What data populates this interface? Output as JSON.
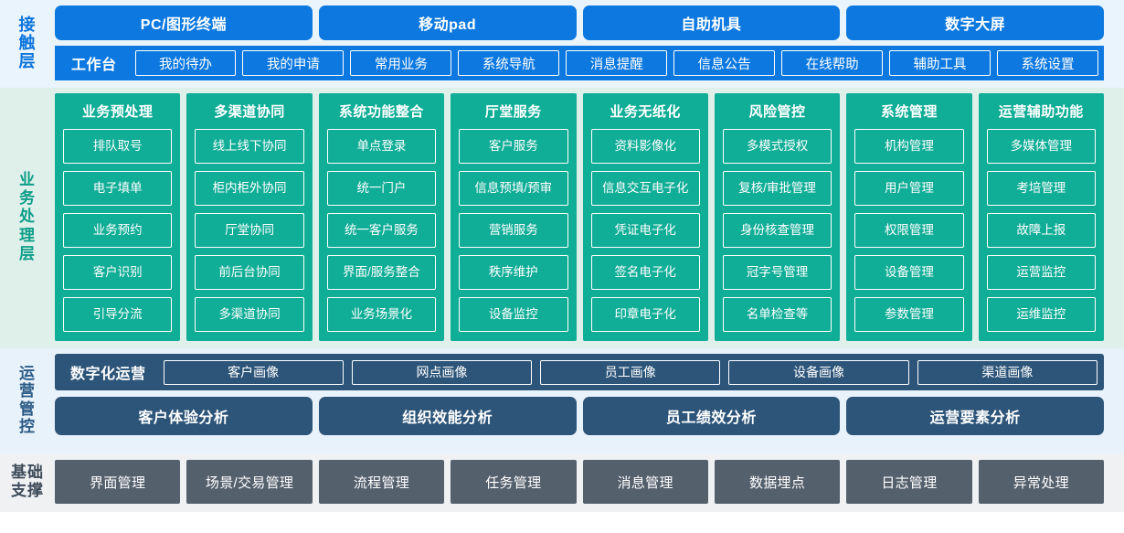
{
  "layers": {
    "contact": {
      "label": "接触层",
      "channels": [
        "PC/图形终端",
        "移动pad",
        "自助机具",
        "数字大屏"
      ],
      "workbench_title": "工作台",
      "workbench_items": [
        "我的待办",
        "我的申请",
        "常用业务",
        "系统导航",
        "消息提醒",
        "信息公告",
        "在线帮助",
        "辅助工具",
        "系统设置"
      ]
    },
    "business": {
      "label": "业务处理层",
      "columns": [
        {
          "title": "业务预处理",
          "items": [
            "排队取号",
            "电子填单",
            "业务预约",
            "客户识别",
            "引导分流"
          ]
        },
        {
          "title": "多渠道协同",
          "items": [
            "线上线下协同",
            "柜内柜外协同",
            "厅堂协同",
            "前后台协同",
            "多渠道协同"
          ]
        },
        {
          "title": "系统功能整合",
          "items": [
            "单点登录",
            "统一门户",
            "统一客户服务",
            "界面/服务整合",
            "业务场景化"
          ]
        },
        {
          "title": "厅堂服务",
          "items": [
            "客户服务",
            "信息预填/预审",
            "营销服务",
            "秩序维护",
            "设备监控"
          ]
        },
        {
          "title": "业务无纸化",
          "items": [
            "资料影像化",
            "信息交互电子化",
            "凭证电子化",
            "签名电子化",
            "印章电子化"
          ]
        },
        {
          "title": "风险管控",
          "items": [
            "多模式授权",
            "复核/审批管理",
            "身份核查管理",
            "冠字号管理",
            "名单检查等"
          ]
        },
        {
          "title": "系统管理",
          "items": [
            "机构管理",
            "用户管理",
            "权限管理",
            "设备管理",
            "参数管理"
          ]
        },
        {
          "title": "运营辅助功能",
          "items": [
            "多媒体管理",
            "考培管理",
            "故障上报",
            "运营监控",
            "运维监控"
          ]
        }
      ]
    },
    "operations": {
      "label": "运营管控",
      "digital_title": "数字化运营",
      "portraits": [
        "客户画像",
        "网点画像",
        "员工画像",
        "设备画像",
        "渠道画像"
      ],
      "analyses": [
        "客户体验分析",
        "组织效能分析",
        "员工绩效分析",
        "运营要素分析"
      ]
    },
    "foundation": {
      "label": "基础支撑",
      "items": [
        "界面管理",
        "场景/交易管理",
        "流程管理",
        "任务管理",
        "消息管理",
        "数据埋点",
        "日志管理",
        "异常处理"
      ]
    }
  },
  "colors": {
    "channel_blue": "#0d79e0",
    "business_teal": "#10ad97",
    "ops_slate": "#2d5579",
    "foundation_gray": "#55606d"
  }
}
